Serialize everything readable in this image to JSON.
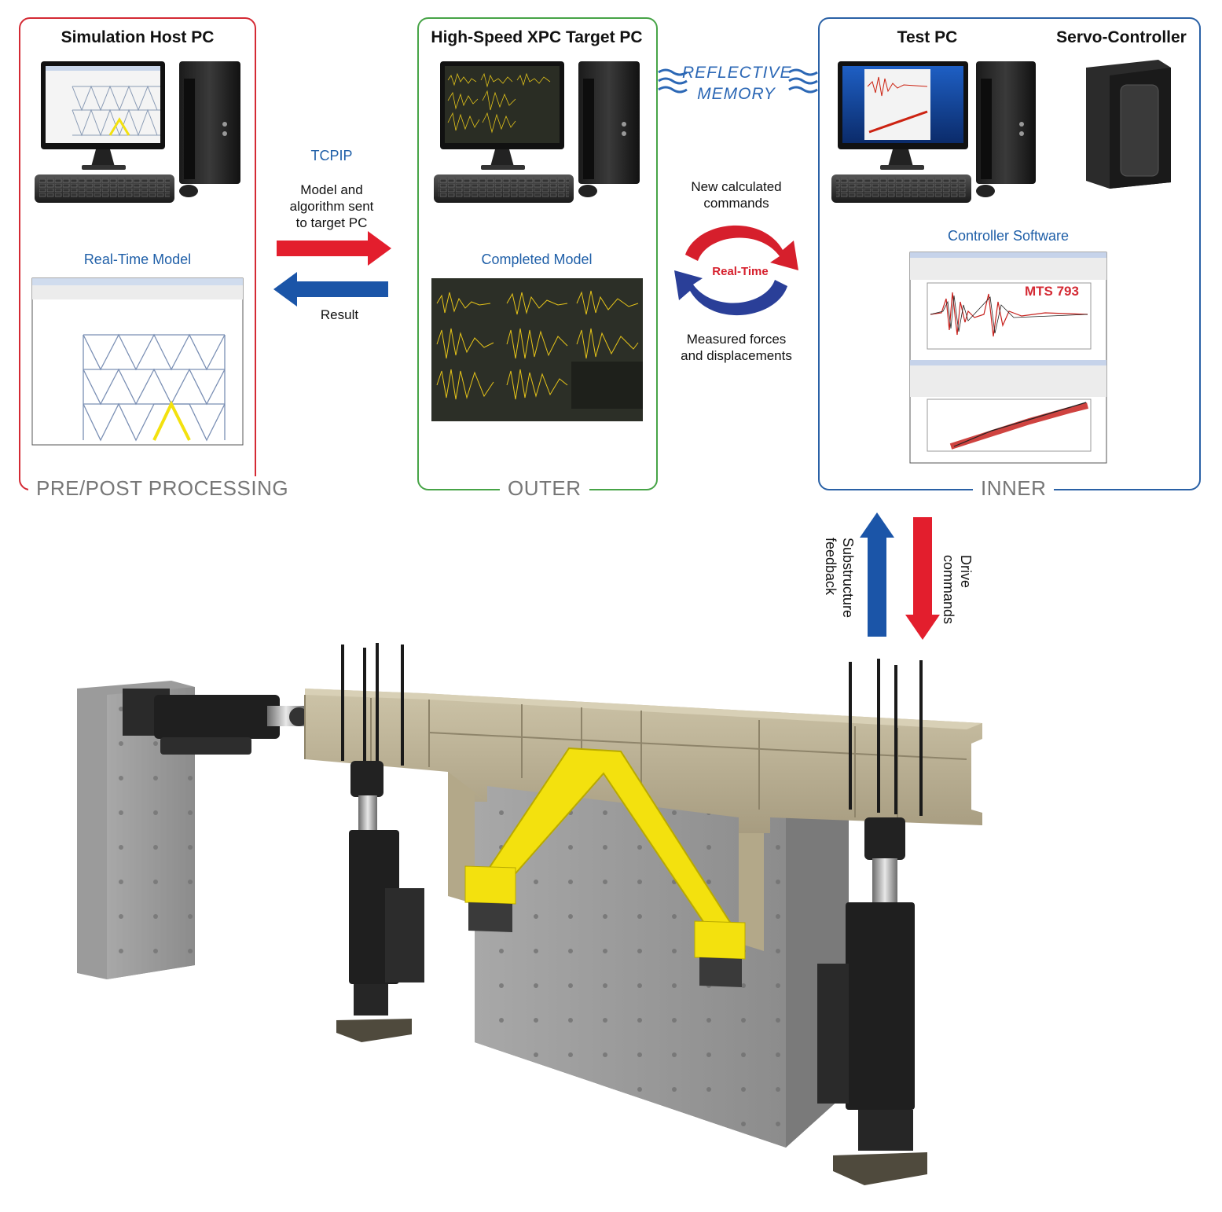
{
  "panels": {
    "host": {
      "title": "Simulation Host PC",
      "caption": "PRE/POST PROCESSING",
      "sublabel": "Real-Time Model",
      "color": "#d42a34"
    },
    "target": {
      "title": "High-Speed XPC Target PC",
      "caption": "OUTER",
      "sublabel": "Completed Model",
      "color": "#47a447"
    },
    "inner": {
      "title_test": "Test PC",
      "title_servo": "Servo-Controller",
      "caption": "INNER",
      "sublabel": "Controller Software",
      "color": "#2a61a6",
      "chart_label": "MTS 793"
    }
  },
  "links": {
    "tcpip": "TCPIP",
    "model_sent": [
      "Model and",
      "algorithm sent",
      "to target PC"
    ],
    "result": "Result",
    "reflective": [
      "REFLECTIVE",
      "MEMORY"
    ],
    "new_commands": [
      "New calculated",
      "commands"
    ],
    "realtime": "Real-Time",
    "measured": [
      "Measured forces",
      "and displacements"
    ],
    "substructure": [
      "Substructure",
      "feedback"
    ],
    "drive": [
      "Drive",
      "commands"
    ]
  },
  "colors": {
    "red": "#e31e2d",
    "blue": "#1b55a8",
    "yellow": "#f3e10e",
    "beam": "#b8ad90",
    "concrete": "#9a9a9a"
  }
}
